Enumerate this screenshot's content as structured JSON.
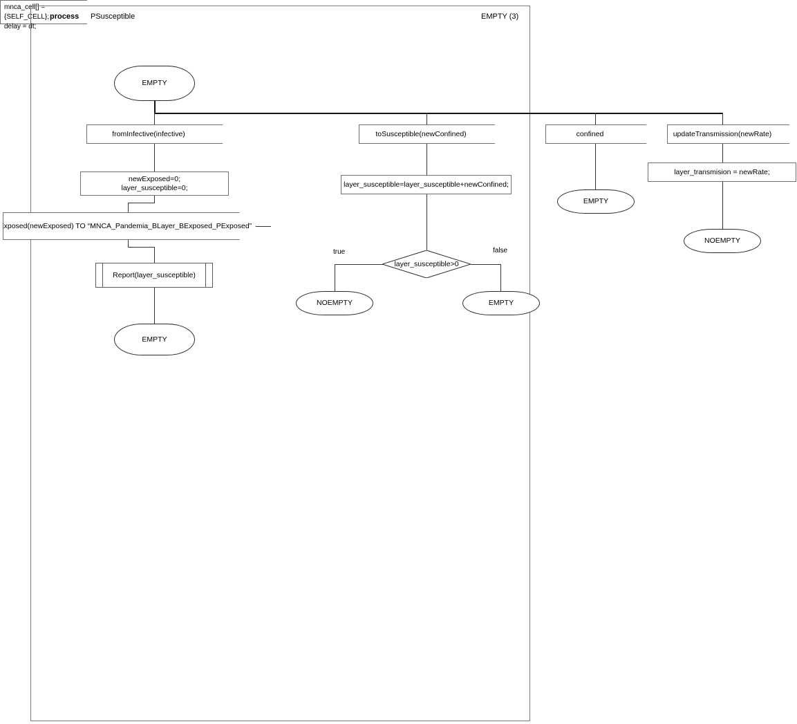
{
  "header": {
    "keyword": "process",
    "process_name": "PSusceptible",
    "state_info": "EMPTY (3)"
  },
  "start_state": {
    "label": "EMPTY"
  },
  "branches": [
    {
      "id": "from-infective",
      "input_label": "fromInfective(infective)",
      "task_label": "newExposed=0;\nlayer_susceptible=0;",
      "output_label": "toExposed(newExposed) TO “MNCA_Pandemia_BLayer_BExposed_PExposed”",
      "comment_label": "mnca_cell[] = {SELF_CELL};\ndelay = dt;",
      "procedure_label": "Report(layer_susceptible)",
      "end_state": "EMPTY"
    },
    {
      "id": "to-susceptible",
      "input_label": "toSusceptible(newConfined)",
      "task_label": "layer_susceptible=layer_susceptible+newConfined;",
      "decision_label": "layer_susceptible>0",
      "branch_true_label": "true",
      "branch_false_label": "false",
      "state_true": "NOEMPTY",
      "state_false": "EMPTY"
    },
    {
      "id": "confined",
      "input_label": "confined",
      "end_state": "EMPTY"
    },
    {
      "id": "update-transmission",
      "input_label": "updateTransmission(newRate)",
      "task_label": "layer_transmision = newRate;",
      "end_state": "NOEMPTY"
    }
  ],
  "colors": {
    "frame_border": "#7a7a7a",
    "shape_border": "#6f6f6f",
    "line": "#333333",
    "text": "#000000",
    "background": "#ffffff"
  }
}
